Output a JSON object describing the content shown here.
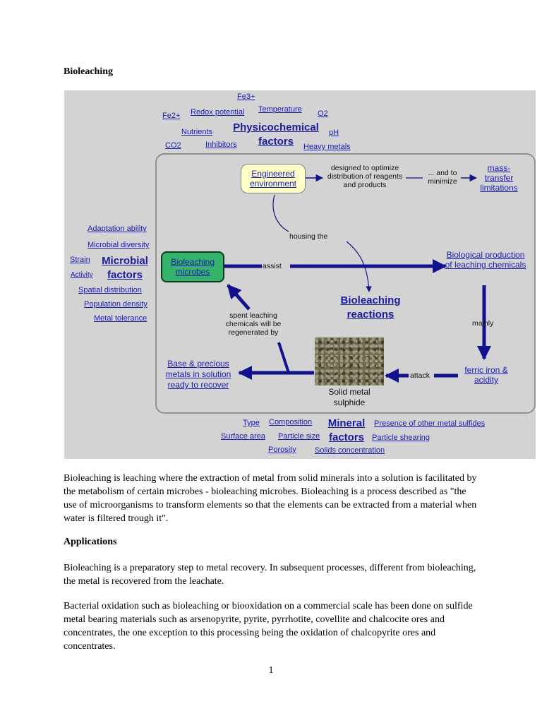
{
  "title": "Bioleaching",
  "diagram": {
    "physicochemical": {
      "label": "Physicochemical factors",
      "items": [
        "Fe3+",
        "Fe2+",
        "Redox potential",
        "Temperature",
        "O2",
        "Nutrients",
        "pH",
        "CO2",
        "Inhibitors",
        "Heavy metals"
      ]
    },
    "microbial": {
      "label": "Microbial factors",
      "items": [
        "Adaptation ability",
        "Microbial diversity",
        "Strain",
        "Activity",
        "Spatial distribution",
        "Population density",
        "Metal tolerance"
      ]
    },
    "mineral": {
      "label": "Mineral factors",
      "items": [
        "Type",
        "Composition",
        "Presence of other metal sulfides",
        "Surface area",
        "Particle size",
        "Particle shearing",
        "Porosity",
        "Solids concentration"
      ]
    },
    "nodes": {
      "engineered": "Engineered environment",
      "mass_transfer": "mass-transfer limitations",
      "bio_microbes": "Bioleaching microbes",
      "bio_production": "Biological production of leaching chemicals",
      "reactions": "Bioleaching reactions",
      "ferric": "ferric iron & acidity",
      "base_metals": "Base & precious metals in solution ready to recover",
      "solid_metal": "Solid metal sulphide"
    },
    "links": {
      "designed": "designed to optimize distribution of reagents and products",
      "and_to": "... and to minimize",
      "housing": "housing the",
      "assist": "assist",
      "mainly": "mainly",
      "spent": "spent leaching chemicals will be regenerated by",
      "attack": "attack"
    }
  },
  "paragraphs": [
    "Bioleaching is leaching where the extraction of metal from solid minerals into a solution is facilitated by the metabolism of certain microbes - bioleaching microbes. Bioleaching is a process described as \"the use of microorganisms to transform elements so that the elements can be extracted from a material when water is filtered trough it\"."
  ],
  "applications": {
    "heading": "Applications",
    "paragraphs": [
      "Bioleaching is a preparatory step to metal recovery. In subsequent processes, different from bioleaching, the metal is recovered from the leachate.",
      "Bacterial oxidation such as bioleaching or biooxidation on a commercial scale has been done on sulfide metal bearing materials such as arsenopyrite, pyrite, pyrrhotite, covellite and chalcocite ores and concentrates, the one exception to this processing being the oxidation of chalcopyrite ores and concentrates."
    ]
  },
  "page_number": "1",
  "colors": {
    "link_blue": "#1a1ab4",
    "arrow_blue": "#12128e",
    "diagram_bg": "#d3d3d3",
    "node_yellow": "#ffffc8",
    "node_green": "#36b36a"
  }
}
